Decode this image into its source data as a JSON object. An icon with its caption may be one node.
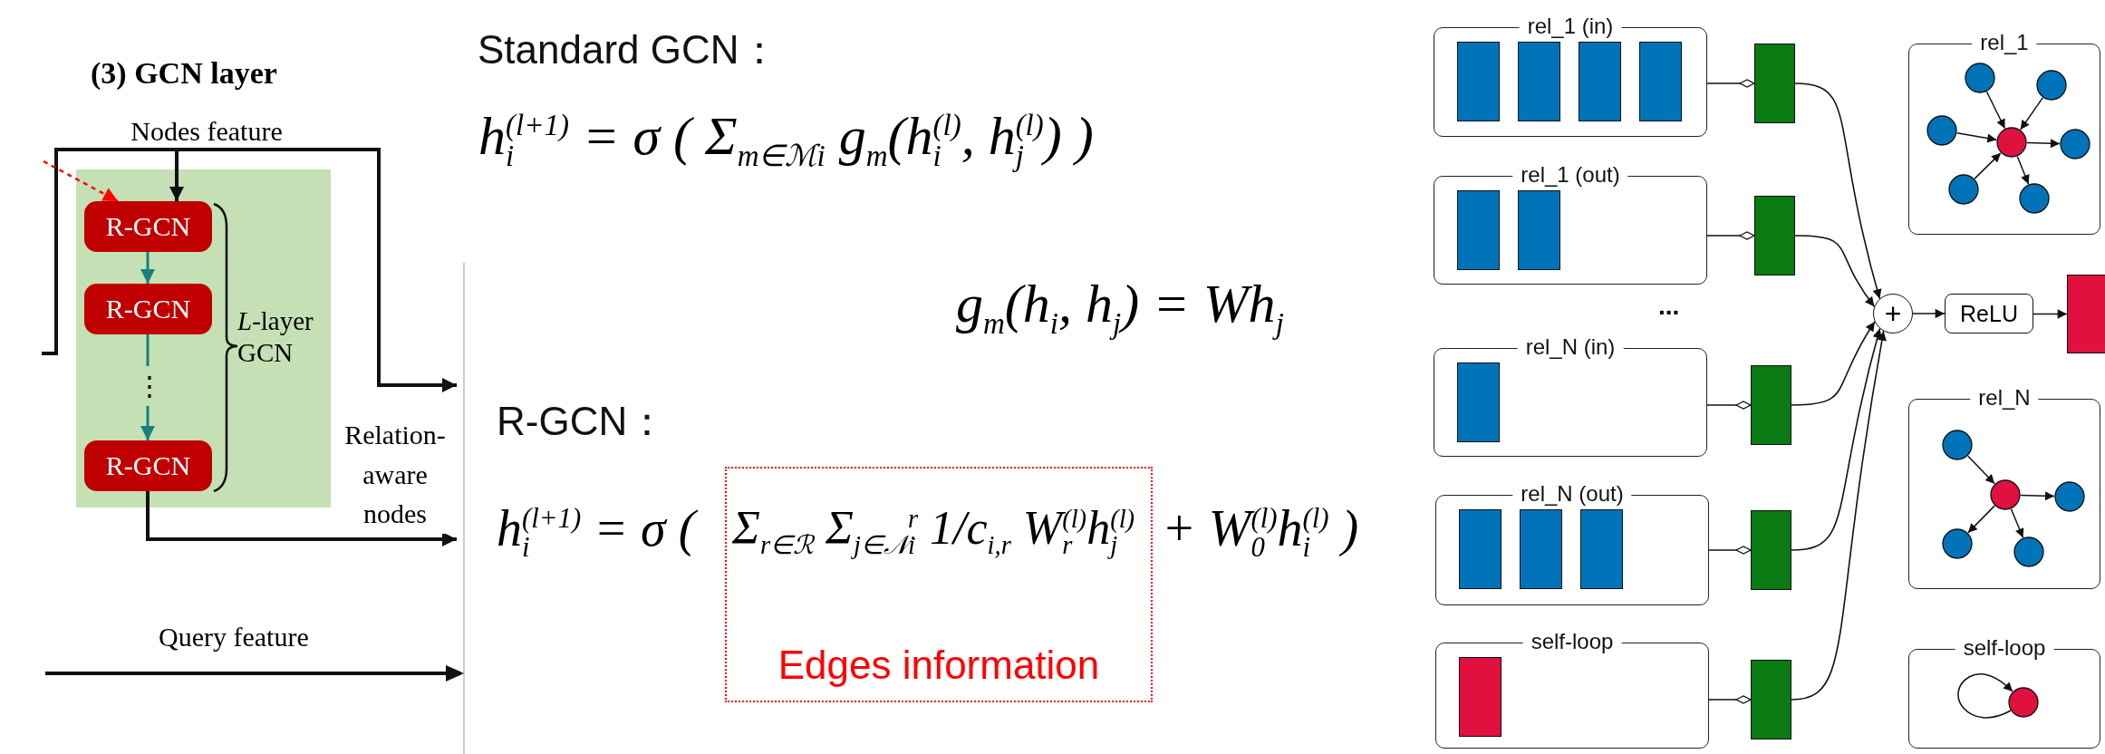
{
  "diagram": {
    "title": "(3) GCN layer",
    "nodes": [
      {
        "text": [
          "Nodes feature"
        ]
      },
      {
        "text": [
          "*L*-layer GCN"
        ]
      },
      {
        "text": [
          "R-GCN"
        ],
        "in": 1
      },
      {
        "text": [
          "R-GCN"
        ],
        "in": 1
      },
      {
        "text": [
          "R-GCN"
        ],
        "in": 1
      },
      {
        "text": [
          "Σ$_{r∈ℛ}$ Σ$_{j∈𝒩}$$_{i}$$^{r}$ 1/c$_{i,r}$ W$_{r}$$^{(l)}$h$_{j}$$^{(l)}$",
          "Edges information"
        ]
      },
      {
        "text": [
          "rel_1 (in)"
        ]
      },
      {
        "text": [
          "rel_1 (out)"
        ]
      },
      {
        "text": [
          "rel_N (in)"
        ]
      },
      {
        "text": [
          "rel_N (out)"
        ]
      },
      {
        "text": [
          "self-loop"
        ]
      },
      {
        "text": [],
        "shape": "bar"
      },
      {
        "text": [],
        "shape": "bar"
      },
      {
        "text": [],
        "shape": "bar"
      },
      {
        "text": [],
        "shape": "bar"
      },
      {
        "text": [],
        "shape": "bar"
      },
      {
        "text": [
          "+"
        ]
      },
      {
        "text": [
          "ReLU"
        ]
      },
      {
        "text": [],
        "shape": "bar"
      },
      {
        "text": [
          "rel_1"
        ]
      },
      {
        "text": [
          "rel_N"
        ]
      },
      {
        "text": [
          "self-loop"
        ]
      }
    ],
    "edges": [
      {
        "from": 0,
        "to": 2,
        "arrow": "to"
      },
      {
        "from": 0,
        "to": null,
        "arrow": "none"
      },
      {
        "from": 0,
        "to": null,
        "arrow": "to"
      },
      {
        "from": null,
        "to": 2,
        "arrow": "to",
        "style": "dashed",
        "color": "#ff0000"
      },
      {
        "from": 2,
        "to": 3,
        "arrow": "to",
        "color": "#17817d"
      },
      {
        "from": 3,
        "to": 4,
        "arrow": "to",
        "color": "#17817d",
        "label": "⋮"
      },
      {
        "from": 4,
        "to": null,
        "arrow": "to",
        "label": "Relation-aware nodes"
      },
      {
        "from": 6,
        "to": 11,
        "arrow": "other"
      },
      {
        "from": 7,
        "to": 12,
        "arrow": "other"
      },
      {
        "from": 8,
        "to": 13,
        "arrow": "other"
      },
      {
        "from": 9,
        "to": 14,
        "arrow": "other"
      },
      {
        "from": 10,
        "to": 15,
        "arrow": "other"
      },
      {
        "from": 11,
        "to": 16,
        "arrow": "to"
      },
      {
        "from": 12,
        "to": 16,
        "arrow": "to"
      },
      {
        "from": 13,
        "to": 16,
        "arrow": "to"
      },
      {
        "from": 14,
        "to": 16,
        "arrow": "to"
      },
      {
        "from": 15,
        "to": 16,
        "arrow": "to"
      },
      {
        "from": 16,
        "to": 17,
        "arrow": "to"
      },
      {
        "from": 17,
        "to": 18,
        "arrow": "to"
      }
    ],
    "labels": [
      "Query feature",
      "Standard GCN：",
      "h$_{i}$$^{(l+1)}$ = σ ( Σ$_{m∈ℳi}$ g$_{m}$(h$_{i}$$^{(l)}$, h$_{j}$$^{(l)}$) )",
      "g$_{m}$(h$_{i}$, h$_{j}$) = Wh$_{j}$",
      "R-GCN：",
      "h$_{i}$$^{(l+1)}$ = σ (",
      "+ W$_{0}$$^{(l)}$h$_{i}$$^{(l)}$ )",
      "..."
    ]
  }
}
